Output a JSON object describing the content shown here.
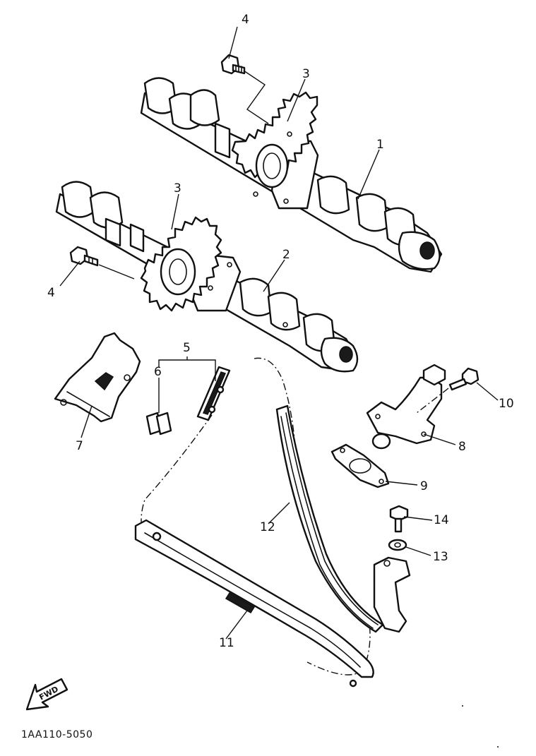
{
  "callouts": {
    "c1": "1",
    "c2": "2",
    "c3a": "3",
    "c3b": "3",
    "c4a": "4",
    "c4b": "4",
    "c5": "5",
    "c6": "6",
    "c7": "7",
    "c8": "8",
    "c9": "9",
    "c10": "10",
    "c11": "11",
    "c12": "12",
    "c13": "13",
    "c14": "14"
  },
  "fwd_label": "FWD",
  "diagram_code": "1AA110-5050"
}
